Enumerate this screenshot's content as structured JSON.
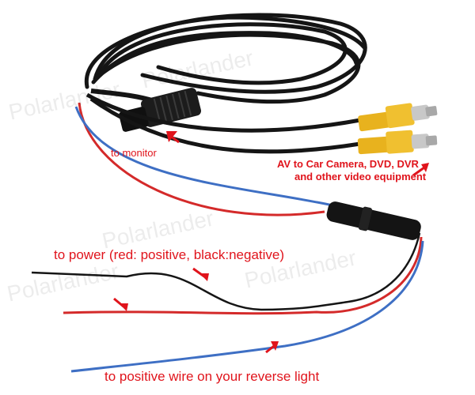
{
  "labels": {
    "monitor": "to monitor",
    "av_line1": "AV to Car Camera, DVD, DVR",
    "av_line2": "and other video equipment",
    "power": "to power (red: positive, black:negative)",
    "reverse": "to positive wire on your reverse light"
  },
  "watermark": "Polarlander",
  "colors": {
    "label": "#e0141c",
    "cable_black": "#151515",
    "wire_red": "#d42a2a",
    "wire_blue": "#3e6fc4",
    "rca_yellow": "#e8b21e",
    "background": "#ffffff"
  }
}
